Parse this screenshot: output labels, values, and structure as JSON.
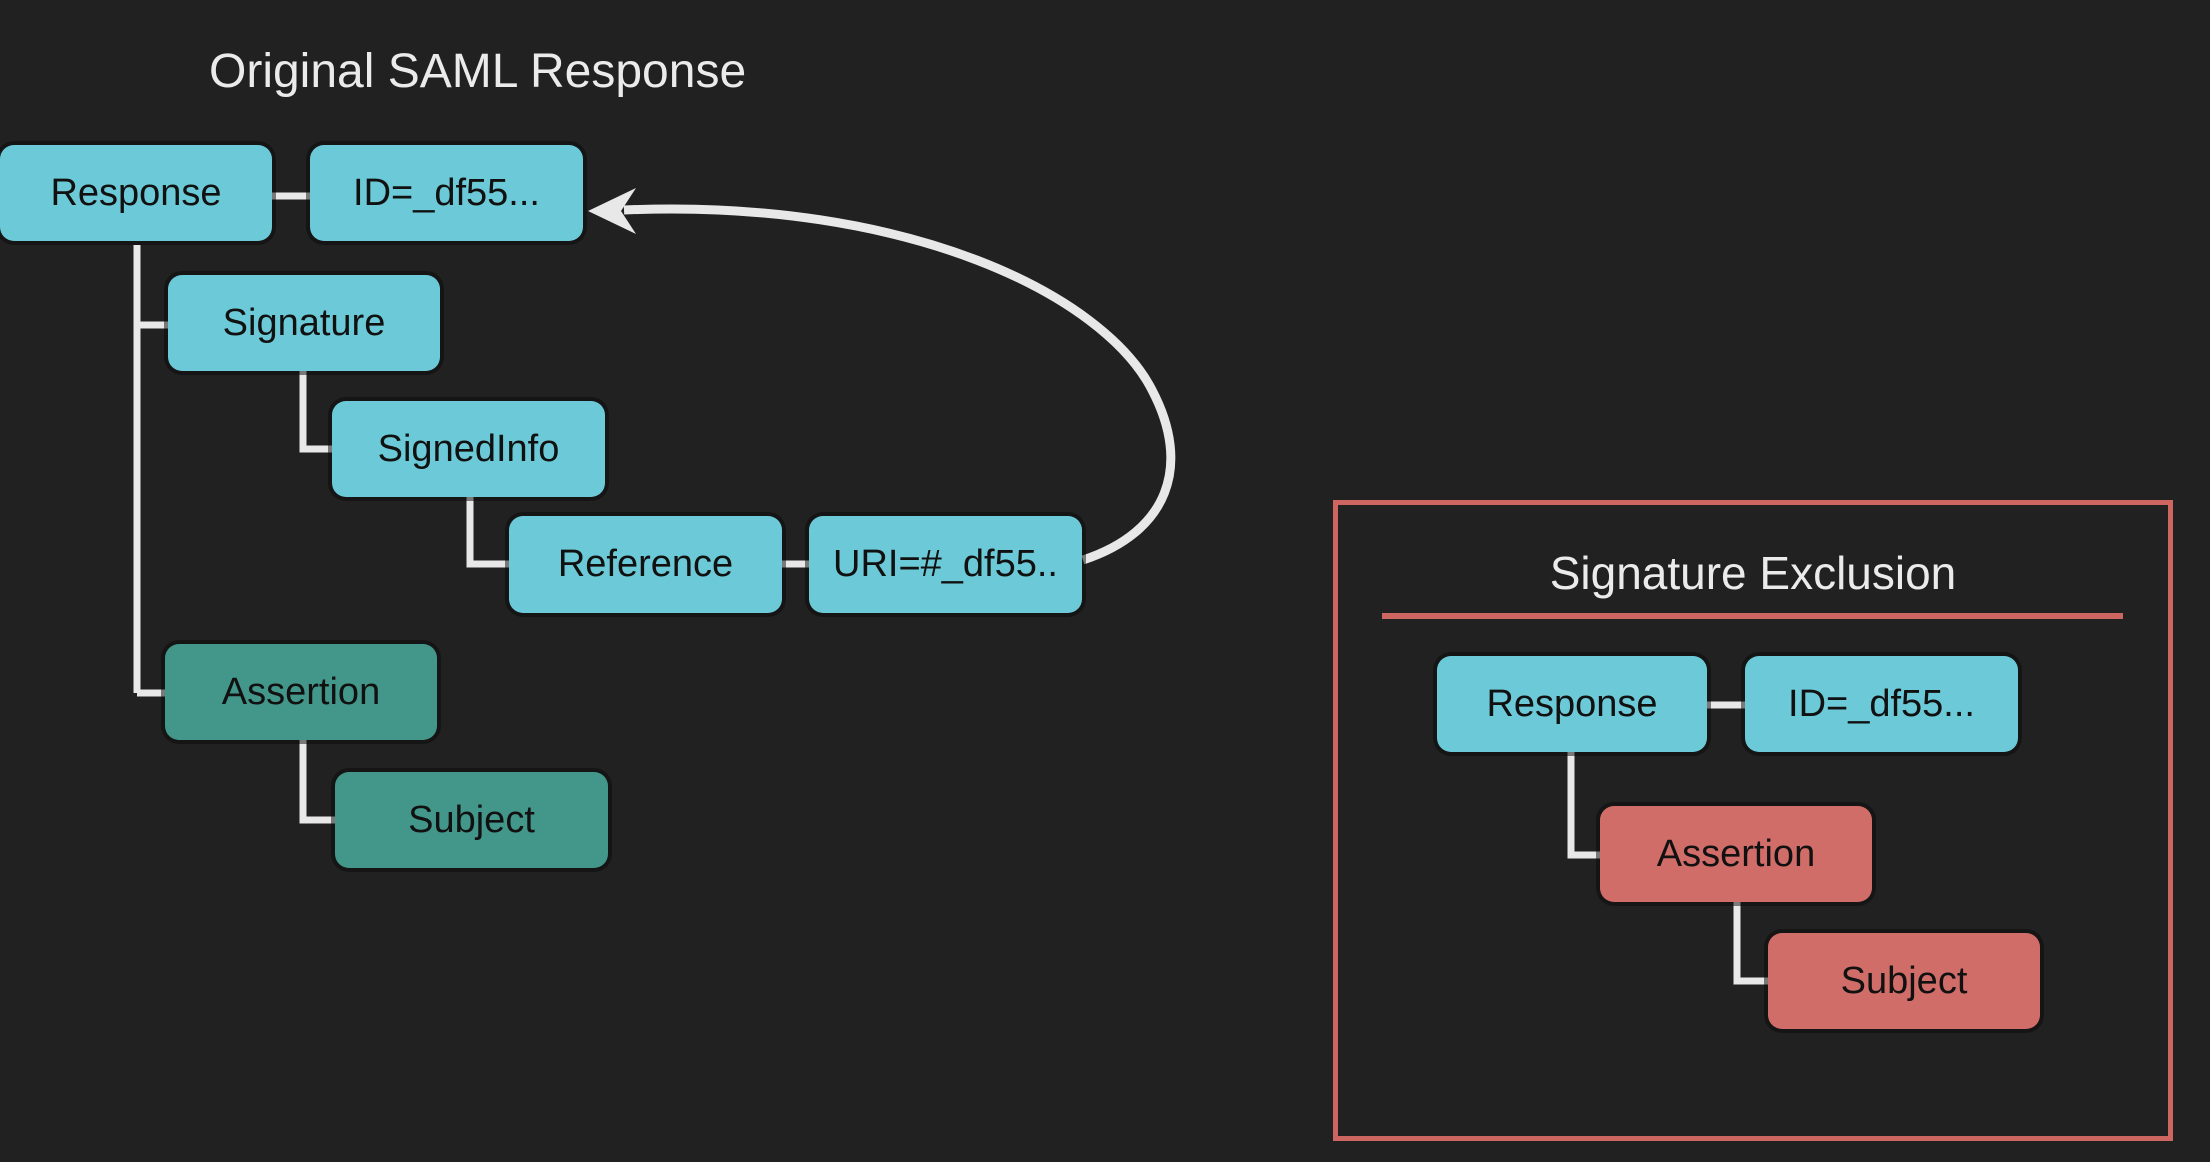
{
  "colors": {
    "background": "#212121",
    "node_cyan": "#6cc9d7",
    "node_teal": "#43978a",
    "node_red": "#d06d68",
    "accent_red": "#cd6661",
    "connector": "#e8e8e8",
    "node_text": "#111111",
    "title_text": "#ebebeb"
  },
  "left_diagram": {
    "title": "Original SAML Response",
    "nodes": [
      {
        "id": "response",
        "label": "Response",
        "color": "cyan"
      },
      {
        "id": "id-attr",
        "label": "ID=_df55...",
        "color": "cyan"
      },
      {
        "id": "signature",
        "label": "Signature",
        "color": "cyan"
      },
      {
        "id": "signedinfo",
        "label": "SignedInfo",
        "color": "cyan"
      },
      {
        "id": "reference",
        "label": "Reference",
        "color": "cyan"
      },
      {
        "id": "uri-attr",
        "label": "URI=#_df55..",
        "color": "cyan"
      },
      {
        "id": "assertion",
        "label": "Assertion",
        "color": "teal"
      },
      {
        "id": "subject",
        "label": "Subject",
        "color": "teal"
      }
    ],
    "reference_arrow": "URI=#_df55.. points back to ID=_df55..."
  },
  "right_diagram": {
    "title": "Signature Exclusion",
    "nodes": [
      {
        "id": "response",
        "label": "Response",
        "color": "cyan"
      },
      {
        "id": "id-attr",
        "label": "ID=_df55...",
        "color": "cyan"
      },
      {
        "id": "assertion",
        "label": "Assertion",
        "color": "red"
      },
      {
        "id": "subject",
        "label": "Subject",
        "color": "red"
      }
    ]
  }
}
